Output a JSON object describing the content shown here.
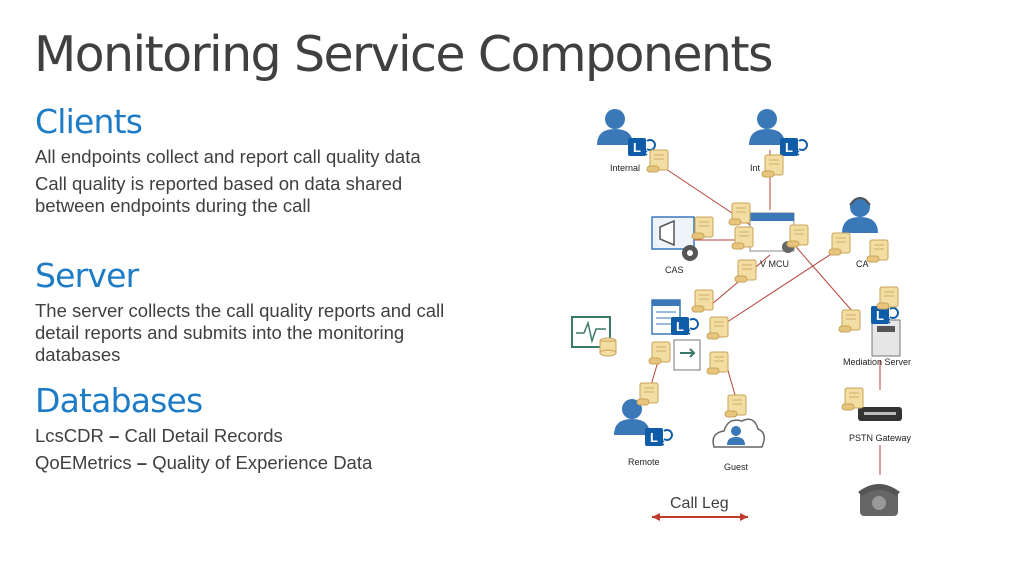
{
  "slide": {
    "title": "Monitoring Service Components",
    "sections": [
      {
        "heading": "Clients",
        "lines": [
          "All endpoints collect and report call quality data",
          "Call quality is reported based on data shared between endpoints during the call"
        ]
      },
      {
        "heading": "Server",
        "lines": [
          "The server collects the call quality reports and call detail reports and submits into the monitoring databases"
        ]
      },
      {
        "heading": "Databases",
        "lines": [
          {
            "term": "LcsCDR",
            "dash": " – ",
            "desc": "Call Detail Records"
          },
          {
            "term": "QoEMetrics",
            "dash": " – ",
            "desc": "Quality of Experience Data"
          }
        ]
      }
    ]
  },
  "diagram": {
    "labels": {
      "internal_1": "Internal",
      "internal_2": "Int",
      "cas_left": "CAS",
      "av_mcu": "V MCU",
      "cas_right": "CA",
      "mediation": "Mediation Server",
      "pstn": "PSTN Gateway",
      "remote": "Remote",
      "guest": "Guest"
    },
    "legend": {
      "label": "Call Leg"
    },
    "colors": {
      "accent": "#1e7bc5",
      "person": "#3a78b8",
      "lync_badge": "#0f5ca8",
      "report": "#f2dda3",
      "report_edge": "#c8a45a",
      "call_leg": "#c0392b",
      "text_dark": "#404040"
    },
    "icons": [
      "user-icon",
      "lync-badge-icon",
      "report-scroll-icon",
      "server-icon",
      "database-icon",
      "monitor-icon",
      "conference-icon",
      "gateway-icon",
      "phone-icon",
      "cloud-user-icon"
    ]
  }
}
